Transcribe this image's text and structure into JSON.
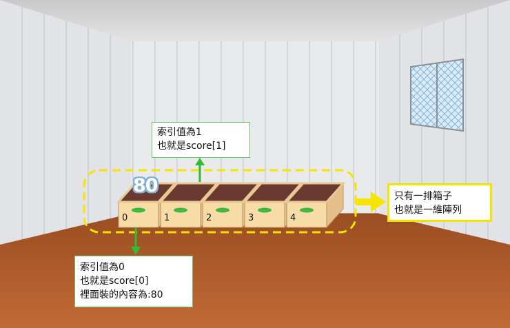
{
  "array": {
    "indices": [
      "0",
      "1",
      "2",
      "3",
      "4"
    ],
    "highlighted_value": "80"
  },
  "callouts": {
    "top": {
      "line1": "索引值為1",
      "line2": "也就是score[1]"
    },
    "bottom": {
      "line1": "索引值為0",
      "line2": "也就是score[0]",
      "line3": "裡面裝的內容為:80"
    },
    "right": {
      "line1": "只有一排箱子",
      "line2": "也就是一維陣列"
    }
  },
  "colors": {
    "arrow_green": "#33bb33",
    "arrow_yellow": "#f5e500",
    "dash_yellow": "#f5e500",
    "box_front": "#f8dca8",
    "box_side": "#e6c08a",
    "box_top": "#6a3a30",
    "floor": "#b5602a"
  }
}
